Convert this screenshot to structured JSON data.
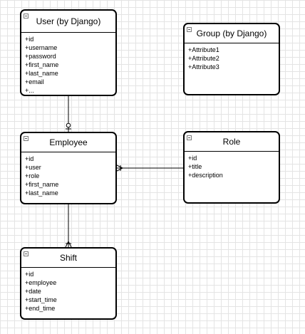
{
  "entities": {
    "user": {
      "title": "User (by Django)",
      "attributes": [
        "+id",
        "+username",
        "+password",
        "+first_name",
        "+last_name",
        "+email",
        "+..."
      ]
    },
    "group": {
      "title": "Group (by Django)",
      "attributes": [
        "+Attribute1",
        "+Attribute2",
        "+Attribute3"
      ]
    },
    "employee": {
      "title": "Employee",
      "attributes": [
        "+id",
        "+user",
        "+role",
        "+first_name",
        "+last_name"
      ]
    },
    "role": {
      "title": "Role",
      "attributes": [
        "+id",
        "+title",
        "+description"
      ]
    },
    "shift": {
      "title": "Shift",
      "attributes": [
        "+id",
        "+employee",
        "+date",
        "+start_time",
        "+end_time"
      ]
    }
  },
  "relationships": [
    {
      "from": "user",
      "to": "employee",
      "notation": "one-to-zero-or-one"
    },
    {
      "from": "role",
      "to": "employee",
      "notation": "one-to-many"
    },
    {
      "from": "employee",
      "to": "shift",
      "notation": "one-to-many"
    }
  ]
}
